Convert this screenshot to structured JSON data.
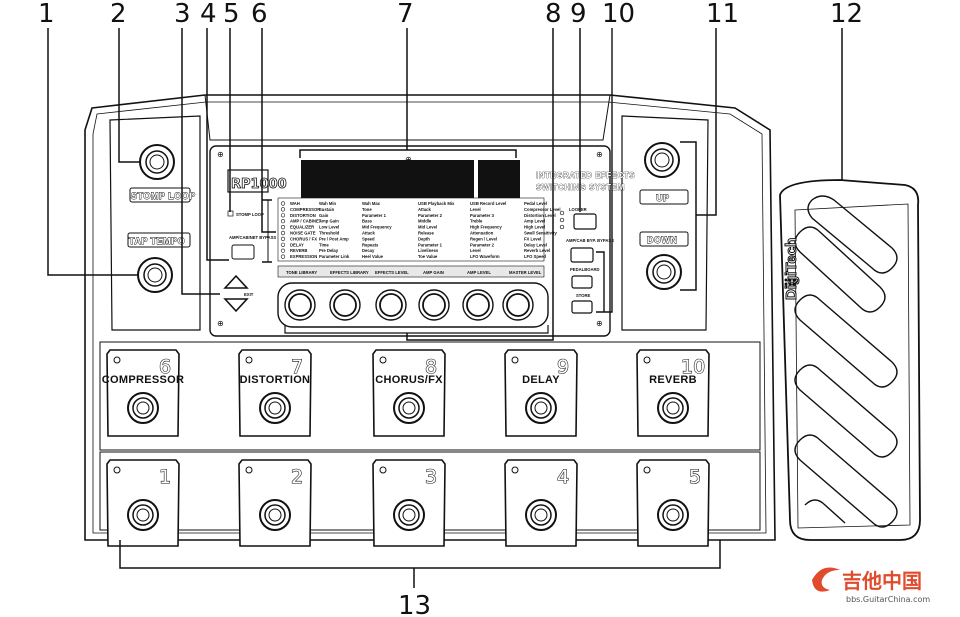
{
  "callouts": [
    "1",
    "2",
    "3",
    "4",
    "5",
    "6",
    "7",
    "8",
    "9",
    "10",
    "11",
    "12",
    "13"
  ],
  "model_logo": "RP1000",
  "panel_title_line1": "INTEGRATED EFFECTS",
  "panel_title_line2": "SWITCHING SYSTEM",
  "stomp_loop_led": "STOMP LOOP",
  "amp_cabinet_bypass_small": "AMP/CABINET BYPASS",
  "looper_label": "LOOPER",
  "amp_cab_bypass_right": "AMP/CAB BYP. BYPASS",
  "pedalboard_label": "PEDALBOARD",
  "store_label": "STORE",
  "exit_label": "EXIT",
  "left_buttons": {
    "stomp_loop": "STOMP LOOP",
    "tap_tempo": "TAP TEMPO"
  },
  "right_buttons": {
    "up": "UP",
    "down": "DOWN"
  },
  "matrix_rows": [
    "WAH",
    "COMPRESSOR",
    "DISTORTION",
    "AMP / CABINET",
    "EQUALIZER",
    "NOISE GATE",
    "CHORUS / FX",
    "DELAY",
    "REVERB",
    "EXPRESSION"
  ],
  "matrix_cols": [
    [
      "Wah Min",
      "Sustain",
      "Gain",
      "Amp Gain",
      "Low Level",
      "Threshold",
      "Pre / Post Amp",
      "Time",
      "Pre Delay",
      "Parameter Link"
    ],
    [
      "Wah Max",
      "Tone",
      "Parameter 1",
      "Bass",
      "Mid Frequency",
      "Attack",
      "Speed",
      "Repeats",
      "Decay",
      "Heel Value"
    ],
    [
      "USB Playback Mix",
      "Attack",
      "Parameter 2",
      "Middle",
      "Mid Level",
      "Release",
      "Depth",
      "Parameter 1",
      "Liveliness",
      "Toe Value"
    ],
    [
      "USB Record Level",
      "Level",
      "Parameter 3",
      "Treble",
      "High Frequency",
      "Attenuation",
      "Regen / Level",
      "Parameter 2",
      "Level",
      "LFO Waveform"
    ],
    [
      "Pedal Level",
      "Compressor Level",
      "Distortion Level",
      "Amp Level",
      "High Level",
      "Swell Sensitivity",
      "FX Level",
      "Delay Level",
      "Reverb Level",
      "LFO Speed"
    ]
  ],
  "bottom_labels": [
    "TONE LIBRARY",
    "EFFECTS LIBRARY",
    "EFFECTS LEVEL",
    "AMP GAIN",
    "AMP LEVEL",
    "MASTER LEVEL"
  ],
  "pedals_top": [
    {
      "num": "6",
      "label": "COMPRESSOR"
    },
    {
      "num": "7",
      "label": "DISTORTION"
    },
    {
      "num": "8",
      "label": "CHORUS/FX"
    },
    {
      "num": "9",
      "label": "DELAY"
    },
    {
      "num": "10",
      "label": "REVERB"
    }
  ],
  "pedals_bottom": [
    {
      "num": "1"
    },
    {
      "num": "2"
    },
    {
      "num": "3"
    },
    {
      "num": "4"
    },
    {
      "num": "5"
    }
  ],
  "brand": "DigiTech",
  "watermark": {
    "cn": "吉他中国",
    "url": "bbs.GuitarChina.com"
  }
}
